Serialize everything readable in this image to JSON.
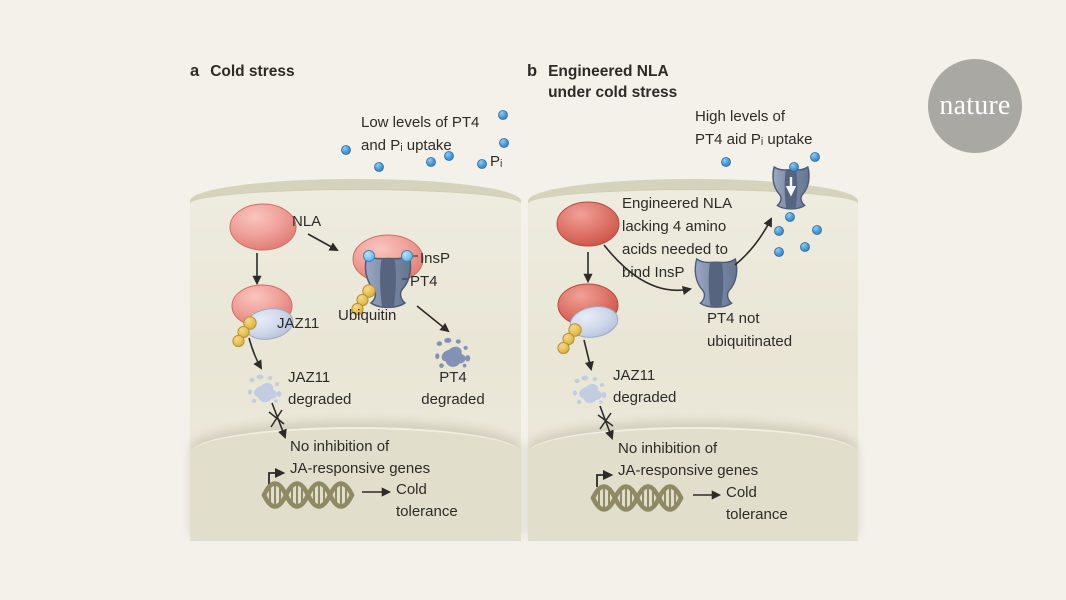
{
  "figure": {
    "panel_a": {
      "tag": "a",
      "title": "Cold stress",
      "labels": {
        "low_levels_line1": "Low levels of PT4",
        "low_levels_line2": "and Pᵢ uptake",
        "pi": "Pᵢ",
        "nla": "NLA",
        "insp": "InsP",
        "pt4": "PT4",
        "ubiquitin": "Ubiquitin",
        "jaz11": "JAZ11",
        "jaz11_degraded_line1": "JAZ11",
        "jaz11_degraded_line2": "degraded",
        "pt4_degraded_line1": "PT4",
        "pt4_degraded_line2": "degraded",
        "no_inhibition_line1": "No inhibition of",
        "no_inhibition_line2": "JA-responsive genes",
        "cold_tolerance_line1": "Cold",
        "cold_tolerance_line2": "tolerance"
      }
    },
    "panel_b": {
      "tag": "b",
      "title_line1": "Engineered NLA",
      "title_line2": "under cold stress",
      "labels": {
        "high_levels_line1": "High levels of",
        "high_levels_line2": "PT4 aid Pᵢ uptake",
        "engineered_line1": "Engineered NLA",
        "engineered_line2": "lacking 4 amino",
        "engineered_line3": "acids needed to",
        "engineered_line4": "bind InsP",
        "pt4_not_ub_line1": "PT4 not",
        "pt4_not_ub_line2": "ubiquitinated",
        "jaz11_degraded_line1": "JAZ11",
        "jaz11_degraded_line2": "degraded",
        "no_inhibition_line1": "No inhibition of",
        "no_inhibition_line2": "JA-responsive genes",
        "cold_tolerance_line1": "Cold",
        "cold_tolerance_line2": "tolerance"
      }
    },
    "logo": {
      "text": "nature"
    },
    "colors": {
      "page_bg": "#f3f1ea",
      "membrane": "#d6d3bd",
      "cytoplasm": "#eae8d9",
      "nucleus": "#e1decb",
      "nla_panel_a": "#f0a39c",
      "nla_panel_b": "#d85c52",
      "jaz11": "#ccd5e8",
      "ubiquitin": "#e6bf55",
      "pi_dot": "#4896d0",
      "insp_dot": "#7fc3ec",
      "pt4_transporter": "#7a89a6",
      "jaz11_degraded": "#c3cde2",
      "pt4_degraded": "#8292b6",
      "dna": "#8e8a64",
      "arrow": "#2d2b27",
      "logo_circle": "#a9a8a3"
    }
  }
}
